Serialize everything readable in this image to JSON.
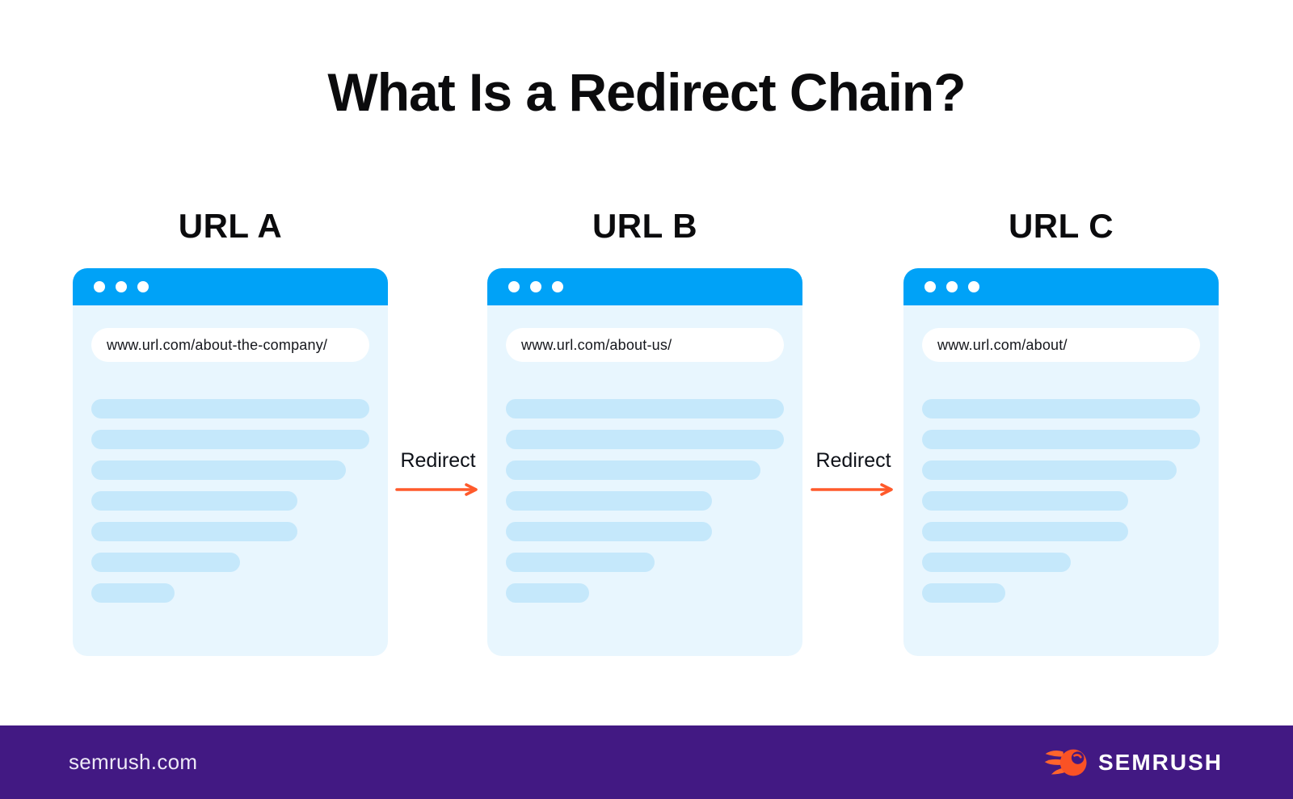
{
  "page": {
    "title": "What Is a Redirect Chain?"
  },
  "windows": [
    {
      "label": "URL A",
      "url": "www.url.com/about-the-company/"
    },
    {
      "label": "URL B",
      "url": "www.url.com/about-us/"
    },
    {
      "label": "URL C",
      "url": "www.url.com/about/"
    }
  ],
  "connectors": [
    {
      "label": "Redirect",
      "icon": "arrow-right-icon"
    },
    {
      "label": "Redirect",
      "icon": "arrow-right-icon"
    }
  ],
  "footer": {
    "site": "semrush.com",
    "brand": "SEMRUSH",
    "logo_icon": "semrush-flame-icon"
  },
  "icons": {
    "window_controls": "three-dots",
    "redirect_arrow": "→"
  },
  "colors": {
    "browser_bar_blue": "#00A2F7",
    "browser_body_blue": "#E8F6FE",
    "skeleton_blue": "#C5E8FB",
    "arrow_orange": "#FF5A2B",
    "footer_purple": "#421983",
    "title_black": "#0B0B0D",
    "url_text": "#15171C"
  }
}
